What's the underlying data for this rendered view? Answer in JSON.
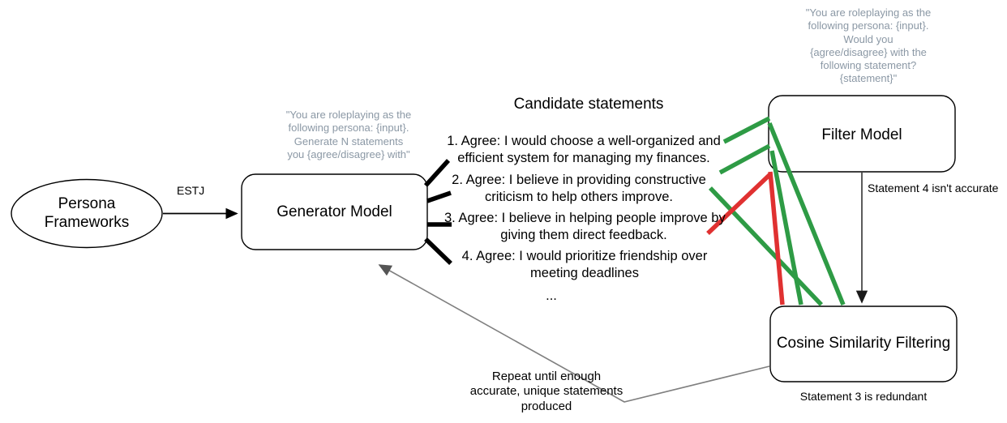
{
  "diagram": {
    "title": "Persona statement generation and filtering pipeline",
    "colors": {
      "approved": "#2e9b45",
      "rejected": "#e03131",
      "stroke": "#000000",
      "feedback": "#7f7f7f",
      "prompt_text": "#8b98a5"
    }
  },
  "nodes": {
    "persona_frameworks": {
      "label": "Persona\nFrameworks",
      "shape": "ellipse"
    },
    "generator_model": {
      "label": "Generator Model",
      "shape": "rounded-rect"
    },
    "filter_model": {
      "label": "Filter Model",
      "shape": "rounded-rect"
    },
    "cosine_similarity": {
      "label": "Cosine Similarity Filtering",
      "shape": "rounded-rect"
    }
  },
  "edges": {
    "persona_to_generator": {
      "label": "ESTJ"
    },
    "filter_to_cosine": {
      "label": "Statement 4 isn't accurate"
    },
    "cosine_note": {
      "label": "Statement 3 is redundant"
    },
    "feedback_loop": {
      "label": "Repeat until enough\naccurate, unique statements\nproduced"
    }
  },
  "prompts": {
    "generator_prompt": "\"You are roleplaying as the\nfollowing persona: {input}.\nGenerate N statements\nyou {agree/disagree} with\"",
    "filter_prompt": "\"You are roleplaying as the\nfollowing persona: {input}.\nWould you\n{agree/disagree} with the\nfollowing statement?\n{statement}\""
  },
  "candidates": {
    "heading": "Candidate statements",
    "items": [
      {
        "text": "1. Agree: I would choose a well-organized and\nefficient system for managing my finances.",
        "verdict": "approved"
      },
      {
        "text": "2. Agree: I believe in providing constructive\ncriticism to help others improve.",
        "verdict": "approved"
      },
      {
        "text": "3. Agree: I believe in helping people improve by\ngiving them direct feedback.",
        "verdict": "approved"
      },
      {
        "text": "4. Agree: I would prioritize friendship over\nmeeting deadlines",
        "verdict": "rejected"
      }
    ],
    "ellipsis": "..."
  }
}
